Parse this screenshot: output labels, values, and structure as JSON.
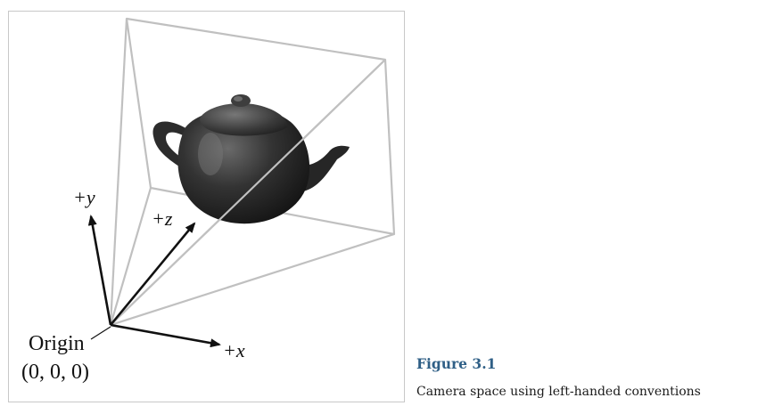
{
  "diagram": {
    "axes": {
      "y_label": "+y",
      "z_label": "+z",
      "x_label": "+x"
    },
    "origin": {
      "label": "Origin",
      "coords": "(0, 0, 0)"
    },
    "colors": {
      "frustum_line": "#c0c0c0",
      "axis": "#111111",
      "teapot": "#2a2a2a"
    }
  },
  "caption": {
    "title": "Figure 3.1",
    "text": "Camera space using left-handed conventions"
  }
}
